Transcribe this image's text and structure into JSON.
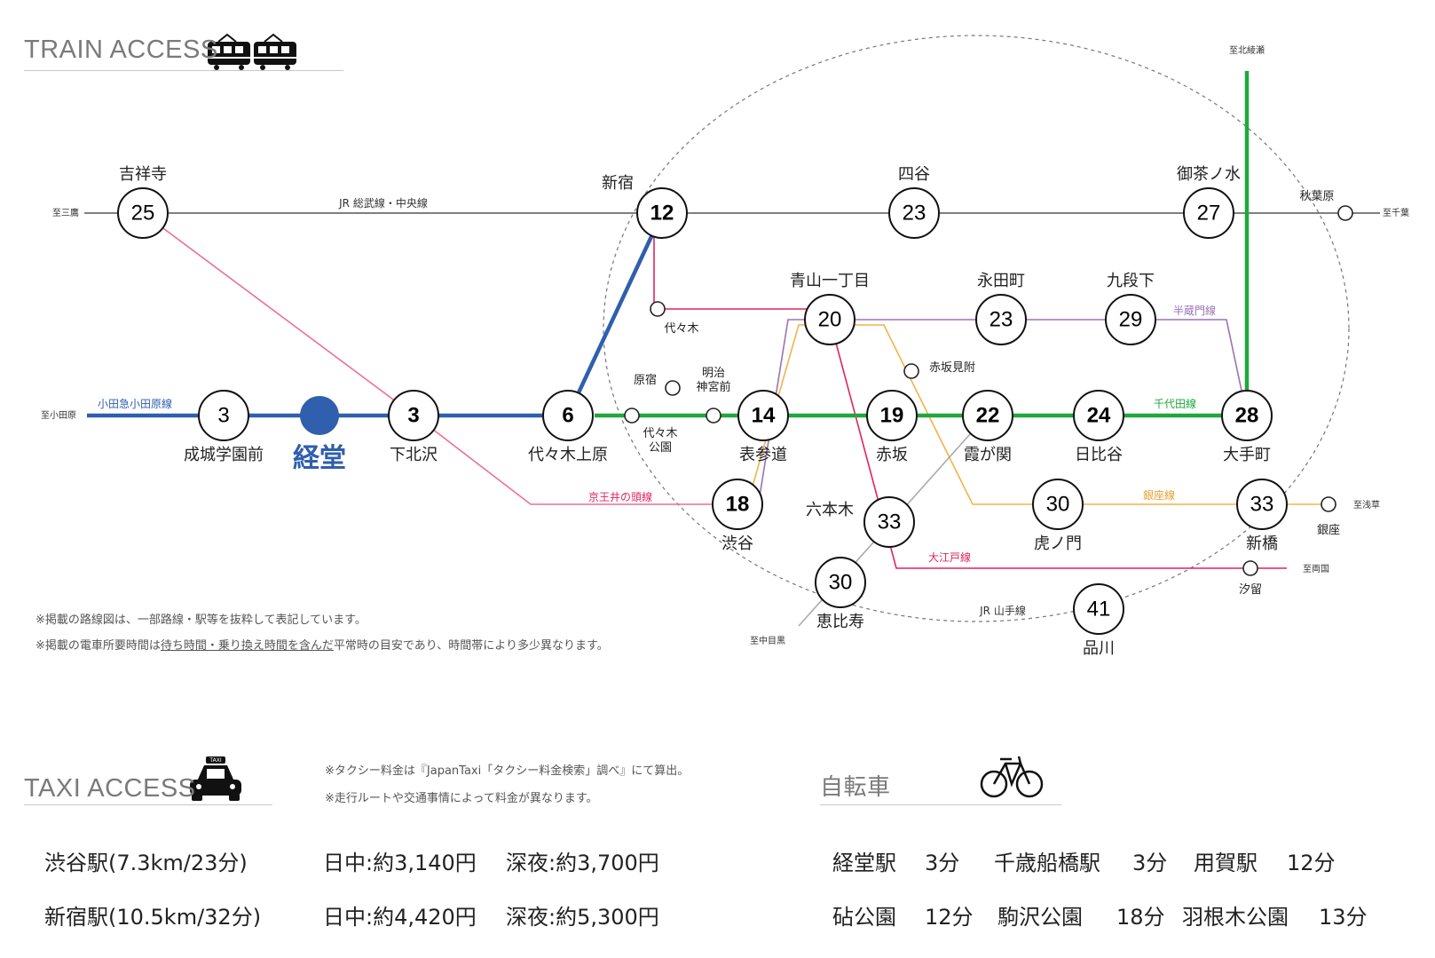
{
  "train": {
    "title": "TRAIN ACCESS",
    "notes": [
      "※掲載の路線図は、一部路線・駅等を抜粋して表記しています。",
      "※掲載の電車所要時間は",
      "待ち時間・乗り換え時間を含んだ",
      "平常時の目安であり、時間帯により多少異なります。"
    ]
  },
  "line_labels": {
    "jr_sobu_chuo": "JR 総武線・中央線",
    "odakyu": "小田急小田原線",
    "keio_inokashira": "京王井の頭線",
    "hanzomon": "半蔵門線",
    "chiyoda": "千代田線",
    "ginza": "銀座線",
    "oedo": "大江戸線",
    "jr_yamanote": "JR 山手線"
  },
  "termini": {
    "mitaka": "至三鷹",
    "chiba": "至千葉",
    "odawara": "至小田原",
    "kitaayase": "至北綾瀬",
    "asakusa": "至浅草",
    "ryogoku": "至両国",
    "nakameguro": "至中目黒"
  },
  "stations": [
    {
      "id": "kichijoji",
      "name": "吉祥寺",
      "minutes": "25",
      "bold": false
    },
    {
      "id": "shinjuku",
      "name": "新宿",
      "minutes": "12",
      "bold": true
    },
    {
      "id": "yotsuya",
      "name": "四谷",
      "minutes": "23",
      "bold": false
    },
    {
      "id": "ochanomizu",
      "name": "御茶ノ水",
      "minutes": "27",
      "bold": false
    },
    {
      "id": "aoyama",
      "name": "青山一丁目",
      "minutes": "20",
      "bold": false
    },
    {
      "id": "nagatacho",
      "name": "永田町",
      "minutes": "23",
      "bold": false
    },
    {
      "id": "kudanshita",
      "name": "九段下",
      "minutes": "29",
      "bold": false
    },
    {
      "id": "seijo",
      "name": "成城学園前",
      "minutes": "3",
      "bold": false
    },
    {
      "id": "shimokita",
      "name": "下北沢",
      "minutes": "3",
      "bold": true
    },
    {
      "id": "yoyogiuehara",
      "name": "代々木上原",
      "minutes": "6",
      "bold": true
    },
    {
      "id": "omotesando",
      "name": "表参道",
      "minutes": "14",
      "bold": true
    },
    {
      "id": "akasaka",
      "name": "赤坂",
      "minutes": "19",
      "bold": true
    },
    {
      "id": "kasumigaseki",
      "name": "霞が関",
      "minutes": "22",
      "bold": true
    },
    {
      "id": "hibiya",
      "name": "日比谷",
      "minutes": "24",
      "bold": true
    },
    {
      "id": "otemachi",
      "name": "大手町",
      "minutes": "28",
      "bold": true
    },
    {
      "id": "shibuya",
      "name": "渋谷",
      "minutes": "18",
      "bold": true
    },
    {
      "id": "roppongi",
      "name": "六本木",
      "minutes": "33",
      "bold": false
    },
    {
      "id": "toranomon",
      "name": "虎ノ門",
      "minutes": "30",
      "bold": false
    },
    {
      "id": "shimbashi",
      "name": "新橋",
      "minutes": "33",
      "bold": false
    },
    {
      "id": "ebisu",
      "name": "恵比寿",
      "minutes": "30",
      "bold": false
    },
    {
      "id": "shinagawa",
      "name": "品川",
      "minutes": "41",
      "bold": false
    }
  ],
  "home_station": {
    "name": "経堂",
    "color": "#2f5fad"
  },
  "small_stations": {
    "akihabara": "秋葉原",
    "yoyogi": "代々木",
    "harajuku": "原宿",
    "meiji": "明治\n神宮前",
    "yoyogikoen": "代々木\n公園",
    "akasakamitsuke": "赤坂見附",
    "ginza": "銀座",
    "shiodome": "汐留"
  },
  "colors": {
    "jr": "#555555",
    "odakyu": "#2f5fad",
    "chiyoda": "#1fa83c",
    "hanzomon": "#9b72b5",
    "ginza": "#f2b348",
    "oedo": "#e0245e",
    "keio": "#ec6f9c",
    "yamanote": "#7a7a7a",
    "circle": "#777777"
  },
  "taxi": {
    "title": "TAXI ACCESS",
    "notes": [
      "※タクシー料金は『JapanTaxi「タクシー料金検索」調べ』にて算出。",
      "※走行ルートや交通事情によって料金が異なります。"
    ],
    "rows": [
      {
        "dest": "渋谷駅(7.3km/23分)",
        "day": "日中:約3,140円",
        "night": "深夜:約3,700円"
      },
      {
        "dest": "新宿駅(10.5km/32分)",
        "day": "日中:約4,420円",
        "night": "深夜:約5,300円"
      }
    ]
  },
  "bike": {
    "title": "自転車",
    "rows": [
      [
        {
          "place": "経堂駅",
          "time": "3分"
        },
        {
          "place": "千歳船橋駅",
          "time": "3分"
        },
        {
          "place": "用賀駅",
          "time": "12分"
        }
      ],
      [
        {
          "place": "砧公園",
          "time": "12分"
        },
        {
          "place": "駒沢公園",
          "time": "18分"
        },
        {
          "place": "羽根木公園",
          "time": "13分"
        }
      ]
    ]
  }
}
